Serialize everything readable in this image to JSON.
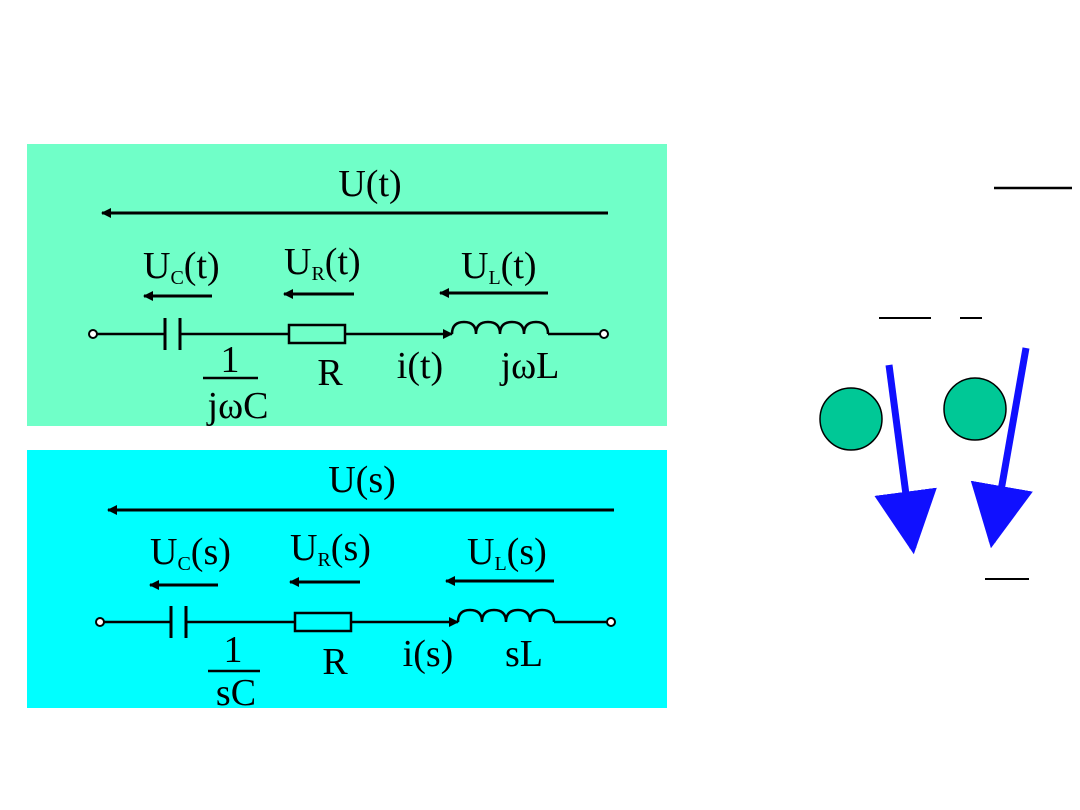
{
  "colors": {
    "panel_top": "#70ffc8",
    "panel_bottom": "#00ffff",
    "node_fill": "#00c896",
    "arrow_blue": "#1010ff"
  },
  "time_domain": {
    "total_voltage": "U(t)",
    "uc": {
      "base": "U",
      "sub": "C",
      "arg": "(t)"
    },
    "ur": {
      "base": "U",
      "sub": "R",
      "arg": "(t)"
    },
    "ul": {
      "base": "U",
      "sub": "L",
      "arg": "(t)"
    },
    "capacitor_impedance": {
      "numerator": "1",
      "denominator": "jωC"
    },
    "resistor": "R",
    "current": "i(t)",
    "inductor_impedance": "jωL"
  },
  "s_domain": {
    "total_voltage": "U(s)",
    "uc": {
      "base": "U",
      "sub": "C",
      "arg": "(s)"
    },
    "ur": {
      "base": "U",
      "sub": "R",
      "arg": "(s)"
    },
    "ul": {
      "base": "U",
      "sub": "L",
      "arg": "(s)"
    },
    "capacitor_impedance": {
      "numerator": "1",
      "denominator": "sC"
    },
    "resistor": "R",
    "current": "i(s)",
    "inductor_impedance": "sL"
  }
}
